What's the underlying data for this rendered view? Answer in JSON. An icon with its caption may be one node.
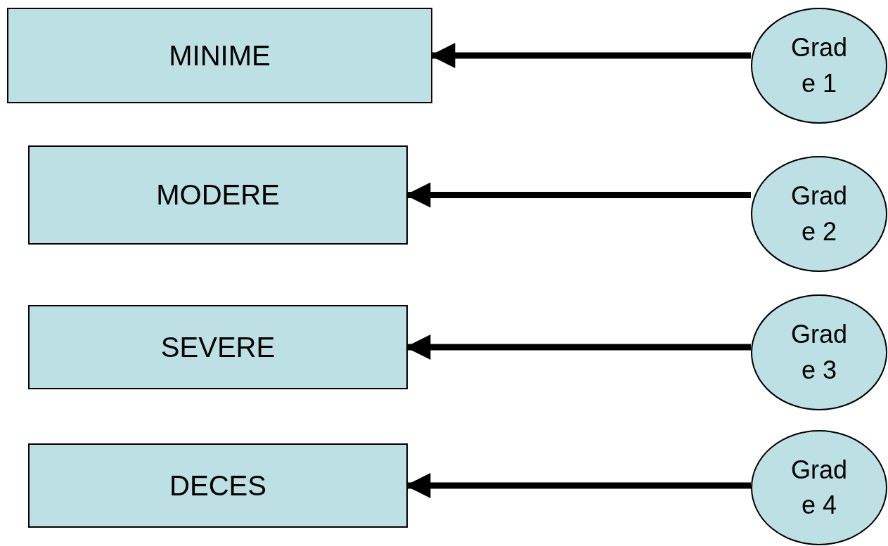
{
  "diagram": {
    "nodes": [
      {
        "text": [
          "MINIME"
        ]
      },
      {
        "text": [
          "Grade 1"
        ]
      },
      {
        "text": [
          "MODERE"
        ]
      },
      {
        "text": [
          "Grade 2"
        ]
      },
      {
        "text": [
          "SEVERE"
        ]
      },
      {
        "text": [
          "Grade 3"
        ]
      },
      {
        "text": [
          "DECES"
        ]
      },
      {
        "text": [
          "Grade 4"
        ]
      }
    ],
    "edges": [
      {
        "from": 1,
        "to": 0,
        "arrow": "to"
      },
      {
        "from": 3,
        "to": 2,
        "arrow": "to"
      },
      {
        "from": 5,
        "to": 4,
        "arrow": "to"
      },
      {
        "from": 7,
        "to": 6,
        "arrow": "to"
      }
    ]
  }
}
